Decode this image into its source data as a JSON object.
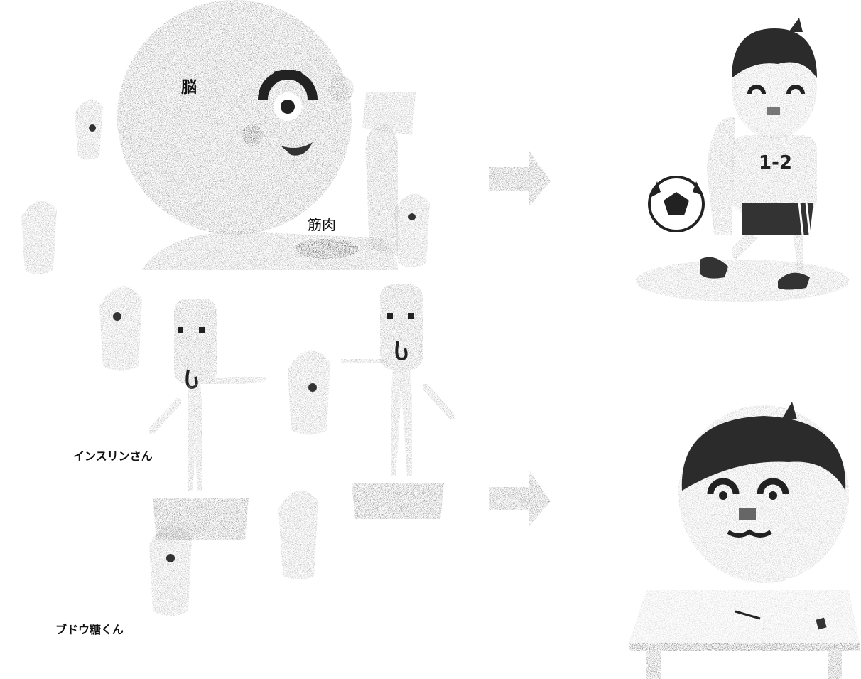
{
  "labels": {
    "brain": "脳",
    "muscle": "筋肉",
    "insulin": "インスリンさん",
    "glucose": "ブドウ糖くん",
    "jersey": "1-2"
  },
  "colors": {
    "stipple_dark": "#3a3a3a",
    "stipple_mid": "#8a8a8a",
    "stipple_light": "#b5b5b5",
    "arrow": "#7a7a7a",
    "hair": "#2b2b2b"
  },
  "icons": [
    "brain-head-icon",
    "muscle-arm-icon",
    "insulin-character-icon",
    "glucose-character-icon",
    "arrow-right-icon",
    "soccer-ball-icon",
    "boy-playing-soccer-icon",
    "boy-studying-icon",
    "desk-icon"
  ]
}
